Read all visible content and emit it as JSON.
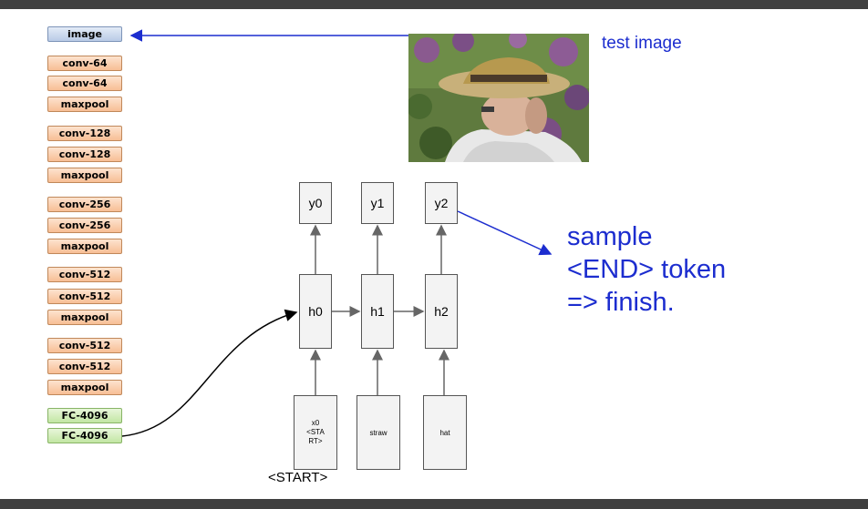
{
  "cnn_layers": [
    {
      "label": "image",
      "kind": "image"
    },
    {
      "label": "conv-64",
      "kind": "conv"
    },
    {
      "label": "conv-64",
      "kind": "conv"
    },
    {
      "label": "maxpool",
      "kind": "pool"
    },
    {
      "label": "conv-128",
      "kind": "conv"
    },
    {
      "label": "conv-128",
      "kind": "conv"
    },
    {
      "label": "maxpool",
      "kind": "pool"
    },
    {
      "label": "conv-256",
      "kind": "conv"
    },
    {
      "label": "conv-256",
      "kind": "conv"
    },
    {
      "label": "maxpool",
      "kind": "pool"
    },
    {
      "label": "conv-512",
      "kind": "conv"
    },
    {
      "label": "conv-512",
      "kind": "conv"
    },
    {
      "label": "maxpool",
      "kind": "pool"
    },
    {
      "label": "conv-512",
      "kind": "conv"
    },
    {
      "label": "conv-512",
      "kind": "conv"
    },
    {
      "label": "maxpool",
      "kind": "pool"
    },
    {
      "label": "FC-4096",
      "kind": "fc"
    },
    {
      "label": "FC-4096",
      "kind": "fc"
    }
  ],
  "test_image_label": "test image",
  "outputs": [
    "y0",
    "y1",
    "y2"
  ],
  "hidden": [
    "h0",
    "h1",
    "h2"
  ],
  "inputs": [
    "x0\n<STA\nRT>",
    "straw",
    "hat"
  ],
  "start_label": "<START>",
  "note": "sample\n<END> token\n=> finish.",
  "colors": {
    "accent_blue": "#1c2dcf",
    "conv_fill": "#f7be95",
    "image_fill": "#b9cbe6",
    "fc_fill": "#c2e6a3"
  }
}
